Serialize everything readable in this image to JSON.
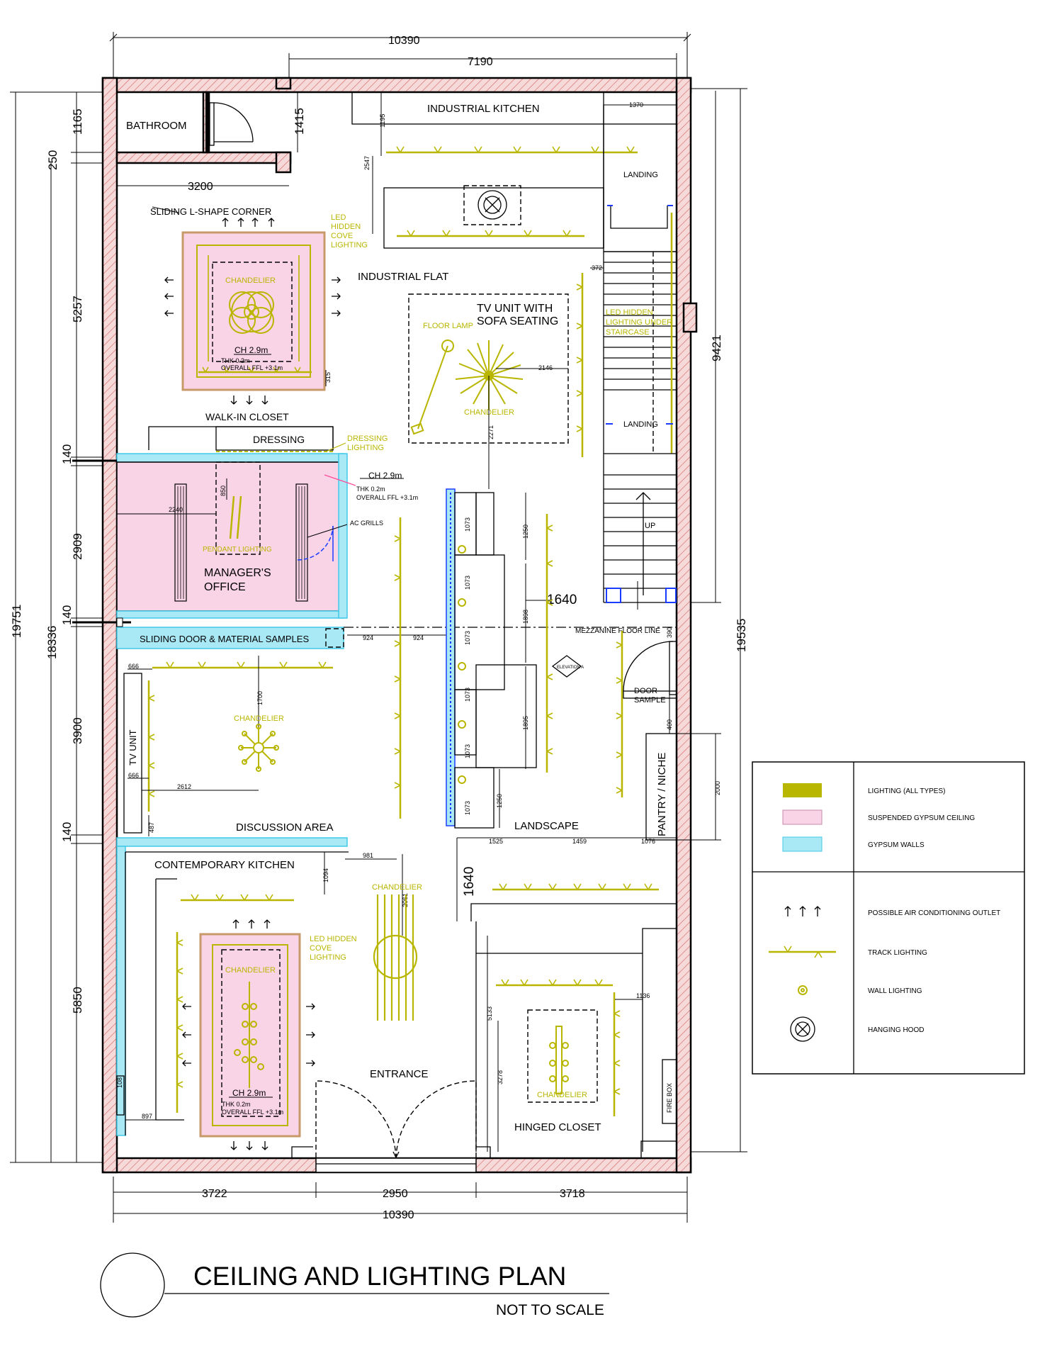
{
  "title": "CEILING AND LIGHTING PLAN",
  "subtitle": "NOT TO SCALE",
  "rooms": {
    "bathroom": "BATHROOM",
    "industrial_kitchen": "INDUSTRIAL KITCHEN",
    "industrial_flat": "INDUSTRIAL FLAT",
    "tv_unit_sofa": [
      "TV UNIT WITH",
      "SOFA SEATING"
    ],
    "walk_in_closet": "WALK-IN CLOSET",
    "dressing": "DRESSING",
    "managers_office": [
      "MANAGER'S",
      "OFFICE"
    ],
    "sliding_door": "SLIDING DOOR & MATERIAL SAMPLES",
    "tv_unit": "TV UNIT",
    "discussion_area": "DISCUSSION AREA",
    "contemporary_kitchen": "CONTEMPORARY KITCHEN",
    "landscape": "LANDSCAPE",
    "pantry": "PANTRY / NICHE",
    "entrance": "ENTRANCE",
    "hinged_closet": "HINGED CLOSET",
    "landing_top": "LANDING",
    "landing_mid": "LANDING",
    "up": "UP",
    "door_sample": [
      "DOOR",
      "SAMPLE"
    ],
    "fire_box": "FIRE BOX",
    "mezzanine": "MEZZANINE FLOOR LINE"
  },
  "annotations": {
    "sliding_l_shape": "SLIDING L-SHAPE CORNER",
    "led_cove_top": [
      "LED",
      "HIDDEN",
      "COVE",
      "LIGHTING"
    ],
    "led_cove_bottom": [
      "LED HIDDEN",
      "COVE",
      "LIGHTING"
    ],
    "led_staircase": [
      "LED HIDDEN",
      "LIGHTING UNDER",
      "STAIRCASE"
    ],
    "dressing_lighting": [
      "DRESSING",
      "LIGHTING"
    ],
    "floor_lamp": "FLOOR LAMP",
    "chandelier": "CHANDELIER",
    "pendant_lighting": "PENDANT LIGHTING",
    "ac_grills": "AC GRILLS",
    "ch": "CH 2.9m",
    "thk": "THK 0.2m",
    "overall_ffl": "OVERALL FFL +3.1m",
    "elevation_marker": "ELEVATION A"
  },
  "dimensions": {
    "top_overall": "10390",
    "top_inner": "7190",
    "bottom_overall": "10390",
    "bottom_segments": [
      "3722",
      "2950",
      "3718"
    ],
    "left_outer": "19751",
    "left_mid": "18336",
    "left_segments": [
      "1165",
      "250",
      "5257",
      "140",
      "2909",
      "140",
      "3900",
      "140",
      "5850"
    ],
    "right_outer": "19535",
    "right_inner": "9421",
    "bathroom_width": "3200",
    "bathroom_height": "1415",
    "kitchen_depth": "1195",
    "kitchen_2547": "2547",
    "r1370": "1370",
    "r372": "372",
    "r2146": "2146",
    "r2271": "2271",
    "r315": "315",
    "r2240": "2240",
    "r850": "850",
    "r1640a": "1640",
    "r1640b": "1640",
    "r924a": "924",
    "r924b": "924",
    "r1073": [
      "1073",
      "1073",
      "1073",
      "1073",
      "1073",
      "1073"
    ],
    "r1250a": "1250",
    "r1250b": "1250",
    "r1898": "1898",
    "r1895": "1895",
    "r1525": "1525",
    "r1459": "1459",
    "r1076": "1076",
    "r666a": "666",
    "r666b": "666",
    "r1700": "1700",
    "r2612": "2612",
    "r487": "487",
    "r981": "981",
    "r1094": "1094",
    "r2061": "2061",
    "r5133": "5133",
    "r3278": "3278",
    "r1136": "1136",
    "r108": "108",
    "r897": "897",
    "r400": "400",
    "r2000": "2000",
    "r390": "390"
  },
  "legend": [
    {
      "label": "LIGHTING (ALL TYPES)",
      "color": "#b9b600"
    },
    {
      "label": "SUSPENDED GYPSUM CEILING",
      "color": "#f9d3e6"
    },
    {
      "label": "GYPSUM WALLS",
      "color": "#a9e9f6"
    },
    {
      "label": "POSSIBLE AIR CONDITIONING OUTLET",
      "icon": "ac-outlet-icon"
    },
    {
      "label": "TRACK LIGHTING",
      "icon": "track-light-icon"
    },
    {
      "label": "WALL LIGHTING",
      "icon": "wall-light-icon"
    },
    {
      "label": "HANGING HOOD",
      "icon": "hanging-hood-icon"
    }
  ],
  "colors": {
    "lighting": "#b9b600",
    "ceiling": "#f9d3e6",
    "gypsum": "#a9e9f6",
    "wall": "#f3d2d2"
  }
}
